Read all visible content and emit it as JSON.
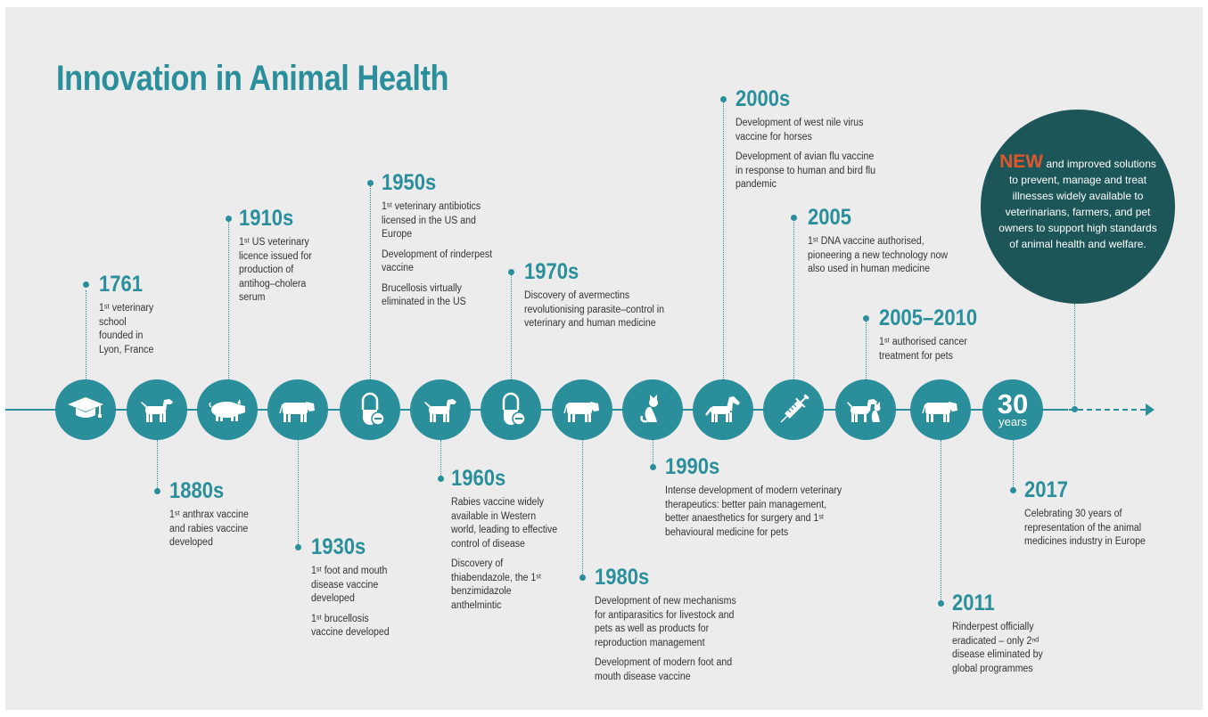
{
  "title": "Innovation in Animal Health",
  "node_icons": [
    "graduation-cap",
    "dog",
    "pig",
    "cow",
    "capsule",
    "dog",
    "capsule",
    "cow",
    "cat",
    "horse",
    "syringe",
    "dog-and-cat",
    "cow",
    "30-years"
  ],
  "thirty": {
    "number": "30",
    "word": "years"
  },
  "events": [
    {
      "year": "1761",
      "lines": [
        "1ˢᵗ veterinary school founded in Lyon, France"
      ]
    },
    {
      "year": "1880s",
      "lines": [
        "1ˢᵗ anthrax vaccine and rabies vaccine developed"
      ]
    },
    {
      "year": "1910s",
      "lines": [
        "1ˢᵗ US veterinary licence issued for production of antihog–cholera serum"
      ]
    },
    {
      "year": "1930s",
      "lines": [
        "1ˢᵗ foot and mouth disease vaccine developed",
        "1ˢᵗ brucellosis vaccine developed"
      ]
    },
    {
      "year": "1950s",
      "lines": [
        "1ˢᵗ veterinary antibiotics licensed in the US and Europe",
        "Development of rinderpest vaccine",
        "Brucellosis virtually eliminated in the US"
      ]
    },
    {
      "year": "1960s",
      "lines": [
        "Rabies vaccine widely available in Western world, leading to effective control of disease",
        "Discovery of thiabendazole, the 1ˢᵗ benzimidazole anthelmintic"
      ]
    },
    {
      "year": "1970s",
      "lines": [
        "Discovery of avermectins revolutionising parasite–control in veterinary and human medicine"
      ]
    },
    {
      "year": "1980s",
      "lines": [
        "Development of new mechanisms for antiparasitics for livestock and pets as well as products for reproduction management",
        "Development of modern foot and mouth disease vaccine"
      ]
    },
    {
      "year": "1990s",
      "lines": [
        "Intense development of modern veterinary therapeutics: better pain management, better anaesthetics for surgery and 1ˢᵗ behavioural medicine for pets"
      ]
    },
    {
      "year": "2000s",
      "lines": [
        "Development of west nile virus vaccine for horses",
        "Development of avian flu vaccine in response to human and bird flu pandemic"
      ]
    },
    {
      "year": "2005",
      "lines": [
        "1ˢᵗ DNA vaccine authorised, pioneering a new technology now also used in human medicine"
      ]
    },
    {
      "year": "2005–2010",
      "lines": [
        "1ˢᵗ authorised cancer treatment for pets"
      ]
    },
    {
      "year": "2011",
      "lines": [
        "Rinderpest officially eradicated – only 2ⁿᵈ disease eliminated by global programmes"
      ]
    },
    {
      "year": "2017",
      "lines": [
        "Celebrating 30 years of representation of the animal medicines industry in Europe"
      ]
    }
  ],
  "future": {
    "highlight": "NEW",
    "text": "and improved solutions to prevent, manage and treat illnesses widely available to veterinarians, farmers, and pet owners to support high standards of animal health and welfare."
  },
  "colors": {
    "teal": "#2a8f9b",
    "dark_teal": "#1d5659",
    "orange": "#e1572c",
    "background": "#ececec",
    "text": "#333333"
  }
}
